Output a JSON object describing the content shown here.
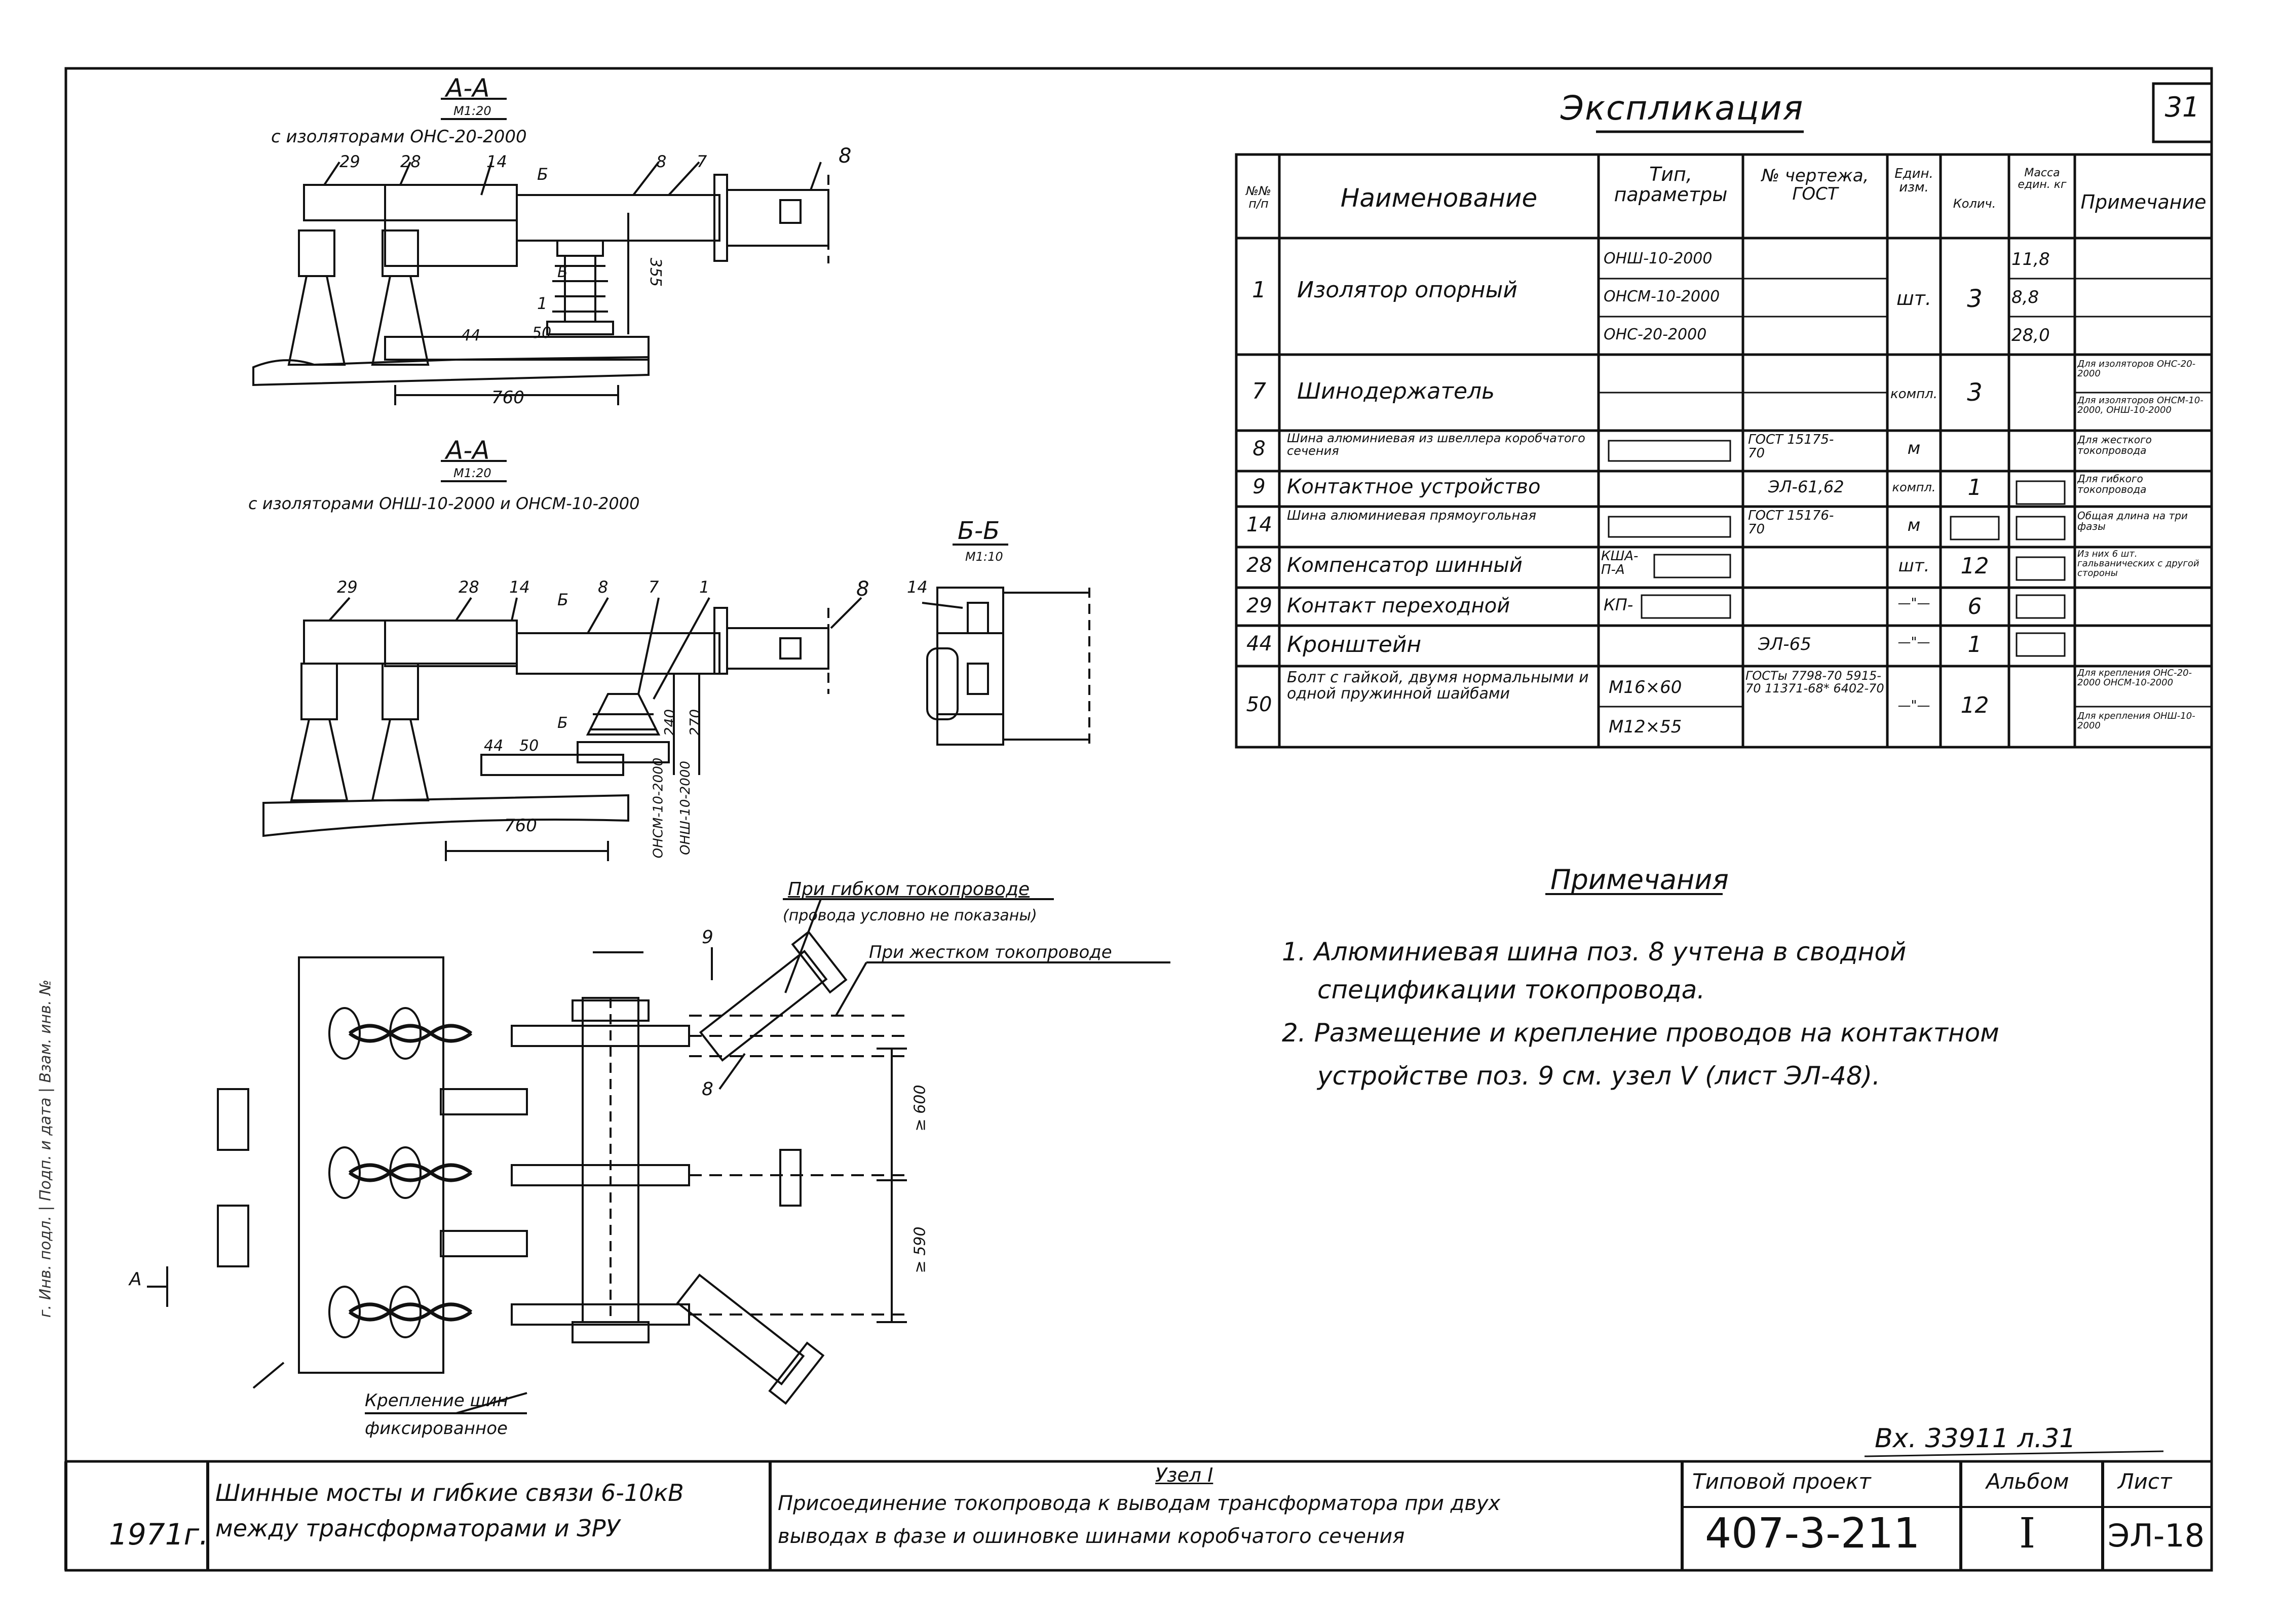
{
  "sheet_no": "31",
  "frame_side_text": "г. Инв. подл.  |  Подп. и дата  |  Взам. инв. №",
  "views": {
    "aa1_title": "А-А",
    "aa1_scale": "М1:20",
    "aa1_sub": "с изоляторами  ОНС-20-2000",
    "aa2_title": "А-А",
    "aa2_scale": "М1:20",
    "aa2_sub": "с изоляторами  ОНШ-10-2000 и ОНСМ-10-2000",
    "bb_title": "Б-Б",
    "bb_scale": "М1:10",
    "plan_flex_label": "При гибком токопроводе",
    "plan_flex_note": "(провода условно не показаны)",
    "plan_rigid_label": "При жестком токопроводе",
    "plan_fix_label": "Крепление шин",
    "plan_fix_label2": "фиксированное"
  },
  "callouts": {
    "v1": [
      "29",
      "28",
      "14",
      "Б",
      "8",
      "7",
      "8",
      "Б",
      "1",
      "50",
      "44"
    ],
    "v1_dims": [
      "355",
      "760"
    ],
    "v2": [
      "29",
      "28",
      "14",
      "Б",
      "8",
      "7",
      "1",
      "8",
      "44",
      "50",
      "Б"
    ],
    "v2_dims": [
      "240",
      "270",
      "760"
    ],
    "v2_vert": [
      "ОНСМ-10-2000",
      "ОНШ-10-2000"
    ],
    "bb": [
      "14"
    ],
    "plan": [
      "9",
      "8",
      "A"
    ],
    "plan_dims": [
      "≥ 600",
      "≥ 590"
    ]
  },
  "explication": {
    "title": "Экспликация",
    "headers": [
      "№№ п/п",
      "Наименование",
      "Тип, параметры",
      "№ чертежа, ГОСТ",
      "Един. изм.",
      "Колич.",
      "Масса един. кг",
      "Примечание"
    ],
    "rows": [
      {
        "no": "1",
        "name": "Изолятор опорный",
        "type": [
          "ОНШ-10-2000",
          "ОНСМ-10-2000",
          "ОНС-20-2000"
        ],
        "gost": "",
        "unit": "шт.",
        "qty": "3",
        "mass": [
          "11,8",
          "8,8",
          "28,0"
        ],
        "note": ""
      },
      {
        "no": "7",
        "name": "Шинодержатель",
        "type": [
          "",
          ""
        ],
        "gost": "",
        "unit": "компл.",
        "qty": "3",
        "mass": [
          ""
        ],
        "note": [
          "Для изоляторов ОНС-20-2000",
          "Для изоляторов ОНСМ-10-2000, ОНШ-10-2000"
        ]
      },
      {
        "no": "8",
        "name": "Шина алюминиевая из швеллера коробчатого сечения",
        "type": [
          ""
        ],
        "gost": "ГОСТ 15175-70",
        "unit": "м",
        "qty": "",
        "mass": [
          ""
        ],
        "note": "Для жесткого токопровода"
      },
      {
        "no": "9",
        "name": "Контактное устройство",
        "type": [
          ""
        ],
        "gost": "ЭЛ-61,62",
        "unit": "компл.",
        "qty": "1",
        "mass": [
          ""
        ],
        "note": "Для гибкого токопровода"
      },
      {
        "no": "14",
        "name": "Шина алюминиевая прямоугольная",
        "type": [
          ""
        ],
        "gost": "ГОСТ 15176-70",
        "unit": "м",
        "qty": "",
        "mass": [
          ""
        ],
        "note": "Общая длина на три фазы"
      },
      {
        "no": "28",
        "name": "Компенсатор шинный",
        "type": [
          "КША-П-А"
        ],
        "gost": "",
        "unit": "шт.",
        "qty": "12",
        "mass": [
          ""
        ],
        "note": "Из них 6 шт. гальванических с другой стороны"
      },
      {
        "no": "29",
        "name": "Контакт переходной",
        "type": [
          "КП-"
        ],
        "gost": "",
        "unit": "—\"—",
        "qty": "6",
        "mass": [
          ""
        ],
        "note": ""
      },
      {
        "no": "44",
        "name": "Кронштейн",
        "type": [
          ""
        ],
        "gost": "ЭЛ-65",
        "unit": "—\"—",
        "qty": "1",
        "mass": [
          ""
        ],
        "note": ""
      },
      {
        "no": "50",
        "name": "Болт с гайкой, двумя нормальными и одной пружинной шайбами",
        "type": [
          "М16×60",
          "М12×55"
        ],
        "gost": "ГОСТы 7798-70 5915-70 11371-68* 6402-70",
        "unit": "—\"—",
        "qty": "12",
        "mass": [
          ""
        ],
        "note": [
          "Для крепления ОНС-20-2000 ОНСМ-10-2000",
          "Для крепления ОНШ-10-2000"
        ]
      }
    ]
  },
  "notes": {
    "title": "Примечания",
    "items": [
      "1. Алюминиевая шина поз. 8 учтена в сводной",
      "спецификации токопровода.",
      "2. Размещение и крепление проводов на контактном",
      "устройстве поз. 9 см. узел V (лист ЭЛ-48)."
    ]
  },
  "title_block": {
    "ref": "Вх. 33911 л.31",
    "year": "1971г.",
    "subject_1": "Шинные мосты и гибкие связи 6-10кВ",
    "subject_2": "между трансформаторами и ЗРУ",
    "node": "Узел I",
    "desc_1": "Присоединение токопровода к выводам трансформатора при двух",
    "desc_2": "выводах в фазе и ошиновке шинами коробчатого сечения",
    "proj_label": "Типовой проект",
    "proj_no": "407-3-211",
    "album_label": "Альбом",
    "album_no": "I",
    "sheet_label": "Лист",
    "sheet_code": "ЭЛ-18"
  }
}
